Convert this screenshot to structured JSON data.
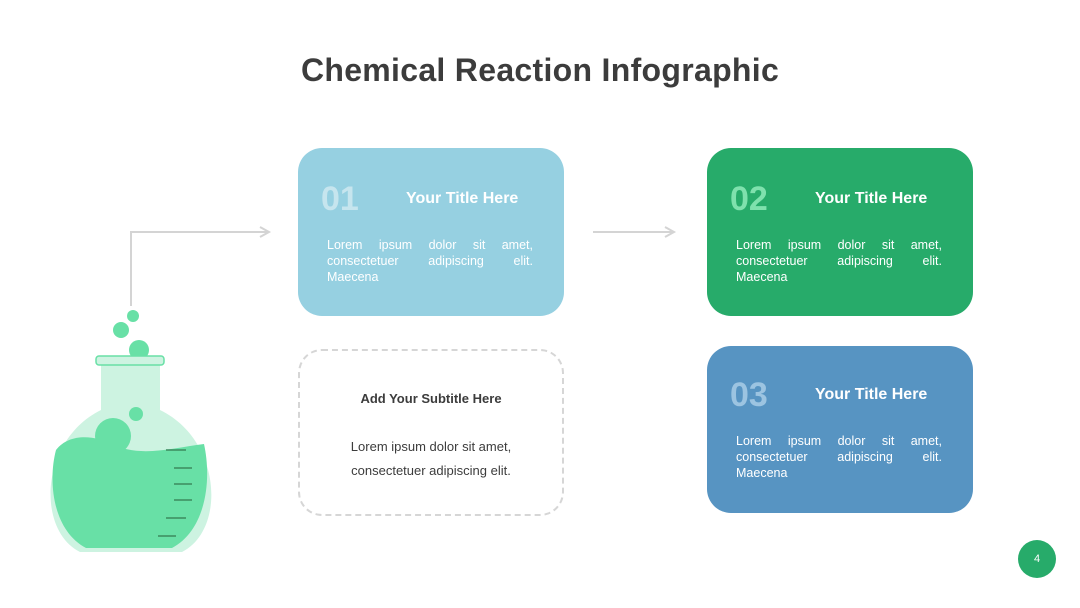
{
  "slide": {
    "title": "Chemical Reaction Infographic",
    "page_number": "4"
  },
  "cards": [
    {
      "number": "01",
      "title": "Your Title Here",
      "body": "Lorem ipsum dolor sit amet, consectetuer adipiscing elit. Maecena",
      "color": "#96d0e1"
    },
    {
      "number": "02",
      "title": "Your Title Here",
      "body": "Lorem ipsum dolor sit amet, consectetuer adipiscing elit. Maecena",
      "color": "#27ab6a"
    },
    {
      "number": "03",
      "title": "Your Title Here",
      "body": "Lorem ipsum dolor sit amet, consectetuer adipiscing elit. Maecena",
      "color": "#5794c2"
    }
  ],
  "subtitle_box": {
    "title": "Add Your Subtitle Here",
    "body_line1": "Lorem ipsum dolor sit amet,",
    "body_line2": "consectetuer adipiscing elit."
  },
  "icons": {
    "flask": "flask-icon",
    "arrows": [
      "arrow-right-icon",
      "arrow-right-icon"
    ]
  },
  "colors": {
    "accent_green": "#27ab6a",
    "flask_liquid": "#68e0a6",
    "flask_glass": "#cdf3e1",
    "connector": "#d4d4d4"
  }
}
